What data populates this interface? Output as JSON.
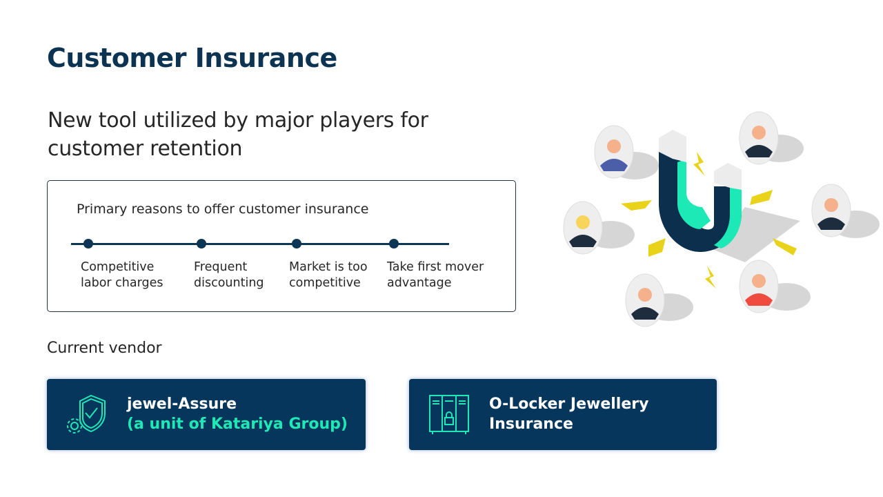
{
  "title": "Customer Insurance",
  "subtitle": "New tool utilized by major players for customer retention",
  "reasons_box": {
    "heading": "Primary reasons to offer customer insurance",
    "items": [
      "Competitive labor charges",
      "Frequent discounting",
      "Market is too competitive",
      "Take first mover advantage"
    ]
  },
  "vendors": {
    "heading": "Current vendor",
    "items": [
      {
        "name": "jewel-Assure",
        "sub": "(a unit of Katariya Group)",
        "icon": "shield-check-gear-icon"
      },
      {
        "name": "O-Locker Jewellery Insurance",
        "sub": "",
        "icon": "locker-icon"
      }
    ]
  },
  "colors": {
    "navy": "#06365c",
    "teal": "#1de9b6",
    "title": "#0c3352"
  }
}
